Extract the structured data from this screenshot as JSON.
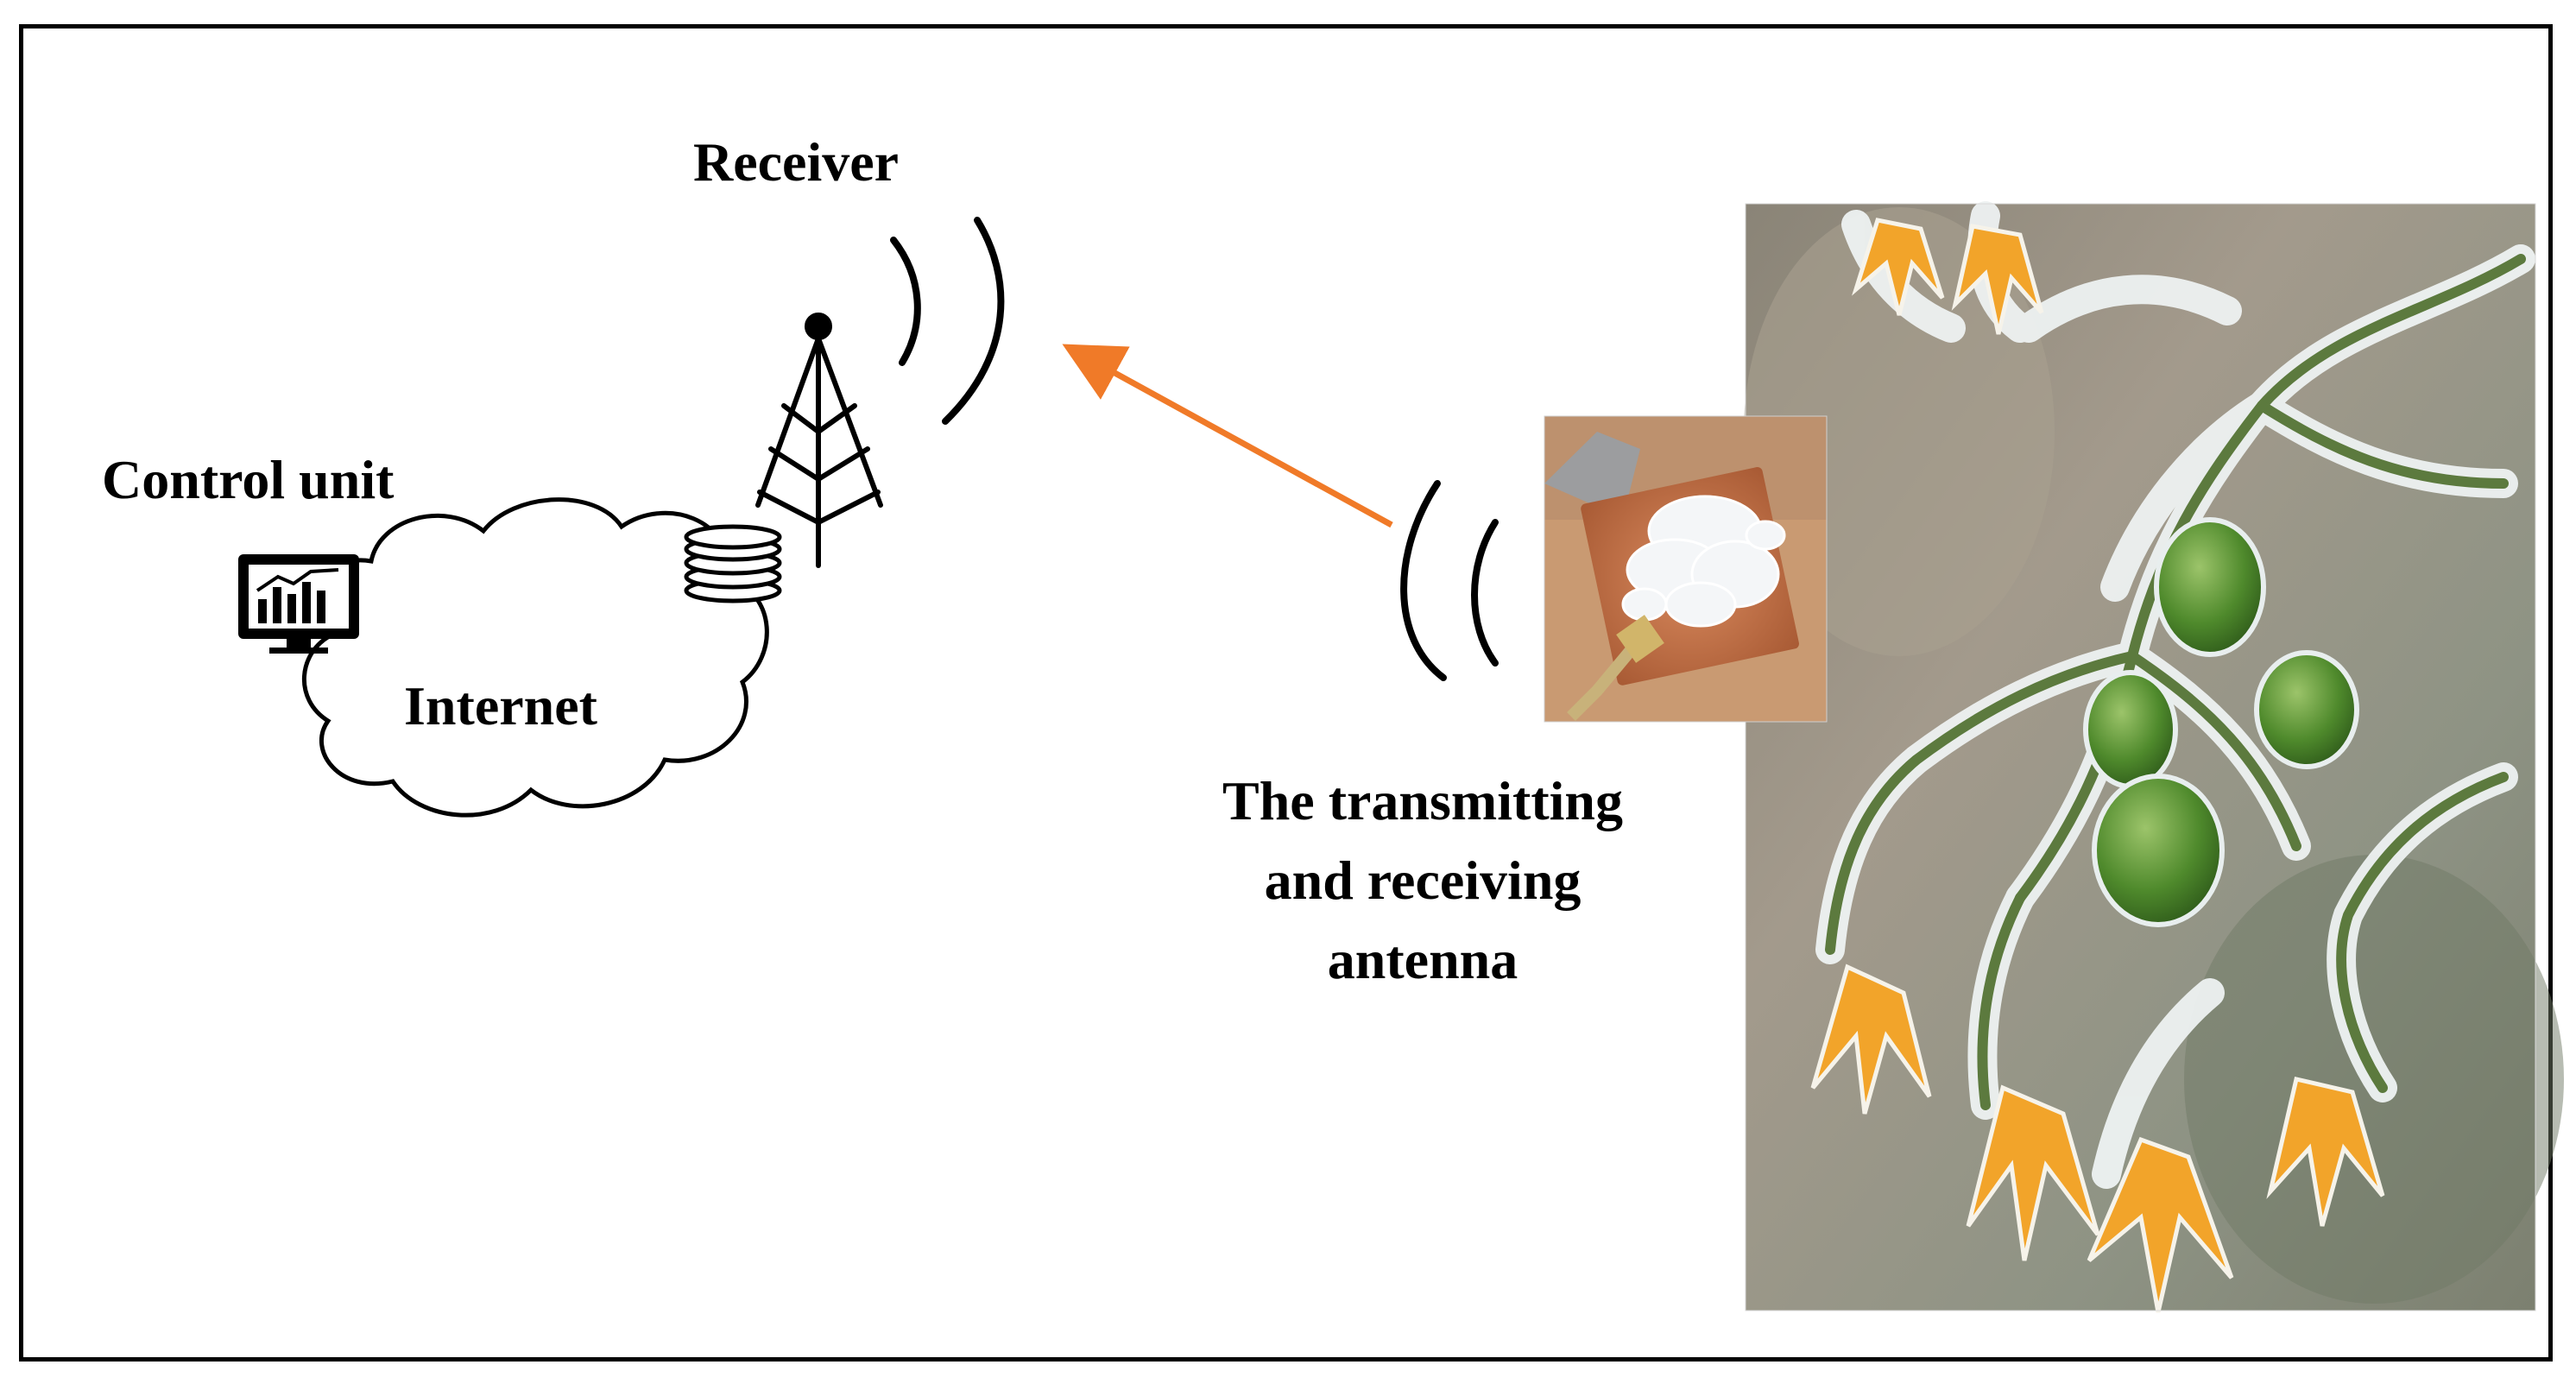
{
  "labels": {
    "receiver": "Receiver",
    "control_unit": "Control unit",
    "internet": "Internet",
    "antenna": "The transmitting and receiving antenna"
  },
  "icons": {
    "tower": "radio-tower-icon",
    "monitor": "monitor-chart-icon",
    "database": "database-icon",
    "cloud": "cloud-icon",
    "antenna_photo": "antenna-sensor-photo",
    "plant_photo": "frosted-tomato-plant-photo"
  },
  "colors": {
    "arrow": "#f07a28",
    "line": "#000000",
    "frame": "#000000"
  }
}
